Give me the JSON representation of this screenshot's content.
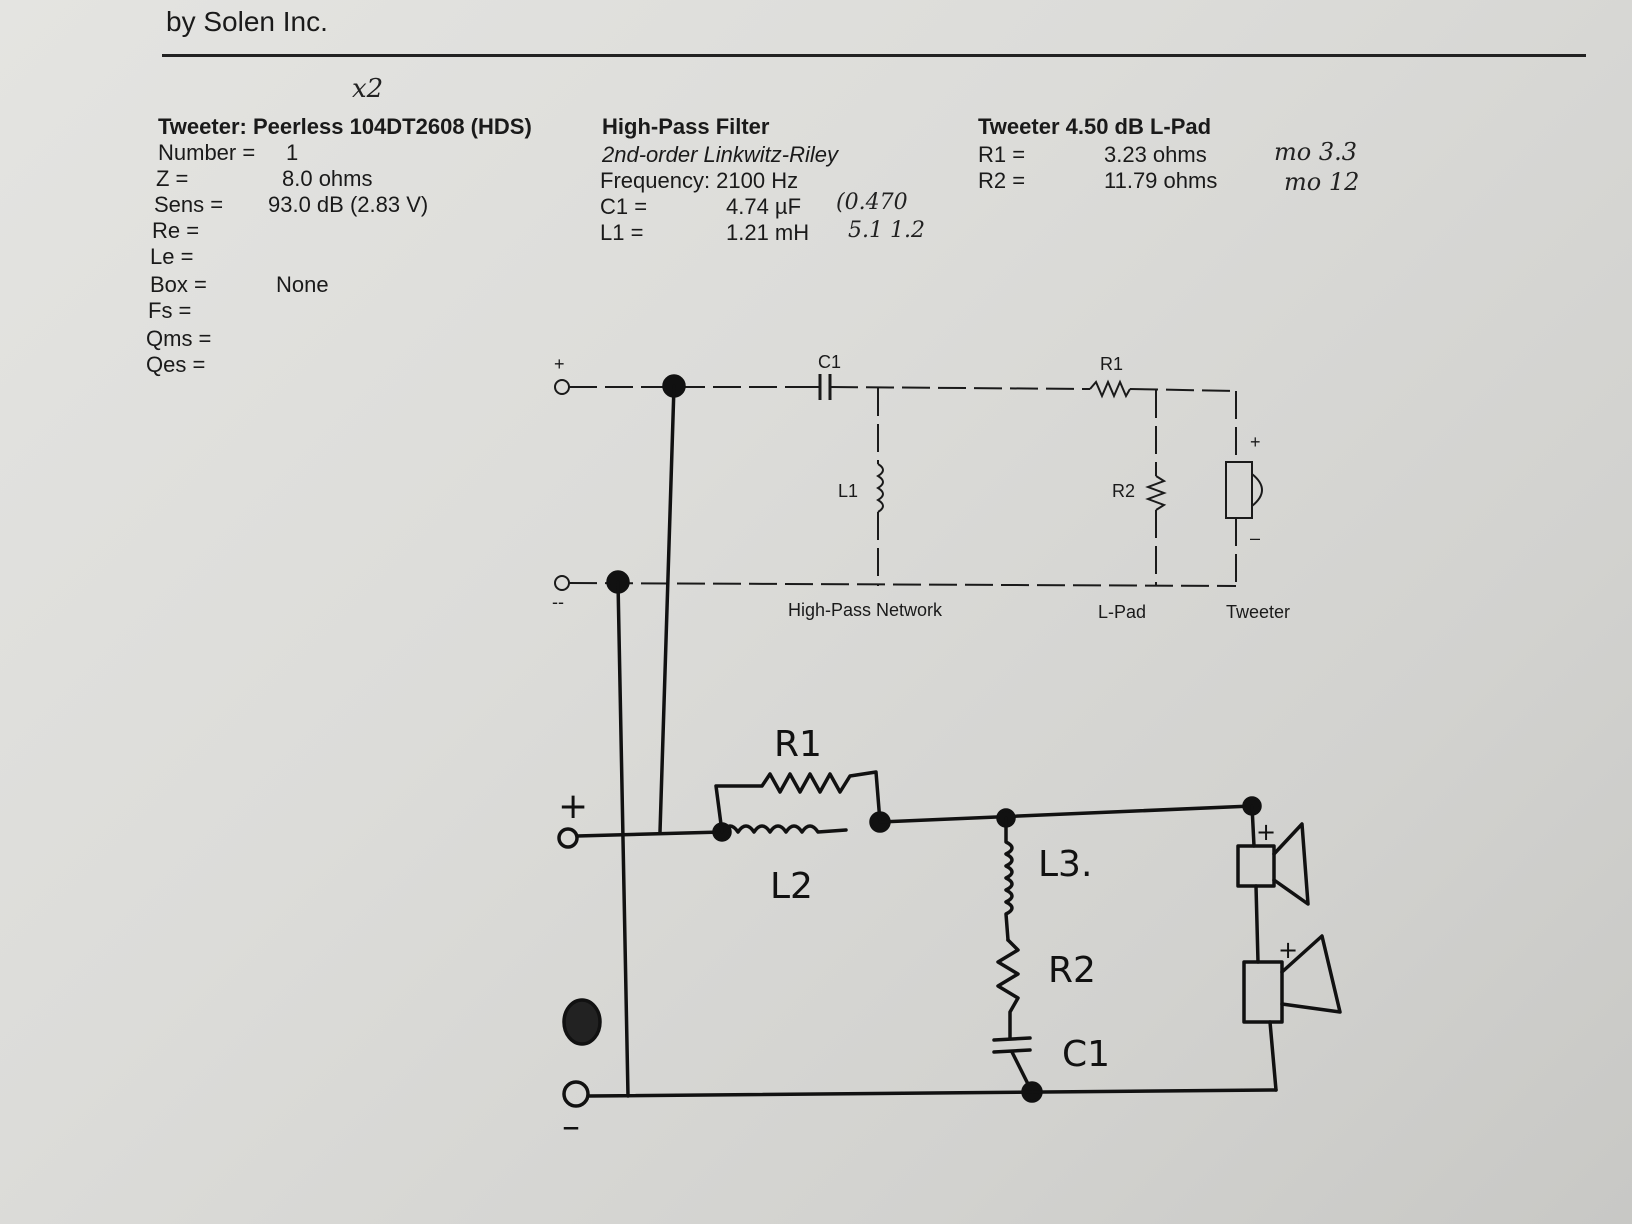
{
  "header": {
    "company": "by Solen Inc."
  },
  "tweeter": {
    "title": "Tweeter: Peerless 104DT2608 (HDS)",
    "annotation": "x2",
    "rows": [
      {
        "label": "Number =",
        "value": "1"
      },
      {
        "label": "Z =",
        "value": "8.0 ohms"
      },
      {
        "label": "Sens =",
        "value": "93.0 dB (2.83 V)"
      },
      {
        "label": "Re =",
        "value": ""
      },
      {
        "label": "Le =",
        "value": ""
      },
      {
        "label": "Box =",
        "value": "None"
      },
      {
        "label": "Fs =",
        "value": ""
      },
      {
        "label": "Qms =",
        "value": ""
      },
      {
        "label": "Qes =",
        "value": ""
      }
    ]
  },
  "filter": {
    "title": "High-Pass Filter",
    "order": "2nd-order Linkwitz-Riley",
    "frequency": "Frequency: 2100 Hz",
    "c1_label": "C1 =",
    "c1_value": "4.74 µF",
    "c1_note": "(0.470",
    "l1_label": "L1 =",
    "l1_value": "1.21 mH",
    "l1_note": "5.1 1.2"
  },
  "lpad": {
    "title": "Tweeter 4.50 dB L-Pad",
    "r1_label": "R1 =",
    "r1_value": "3.23 ohms",
    "r1_note": "mo 3.3",
    "r2_label": "R2 =",
    "r2_value": "11.79 ohms",
    "r2_note": "mo 12"
  },
  "schematic": {
    "plus": "+",
    "minus": "--",
    "c1": "C1",
    "r1": "R1",
    "l1": "L1",
    "r2": "R2",
    "tw_plus": "+",
    "tw_minus": "–",
    "label_hp": "High-Pass Network",
    "label_lpad": "L-Pad",
    "label_tweeter": "Tweeter"
  },
  "sketch": {
    "r1": "R1",
    "l2": "L2",
    "l3": "L3.",
    "r2": "R2",
    "c1": "C1",
    "plus": "+",
    "minus": "–"
  }
}
